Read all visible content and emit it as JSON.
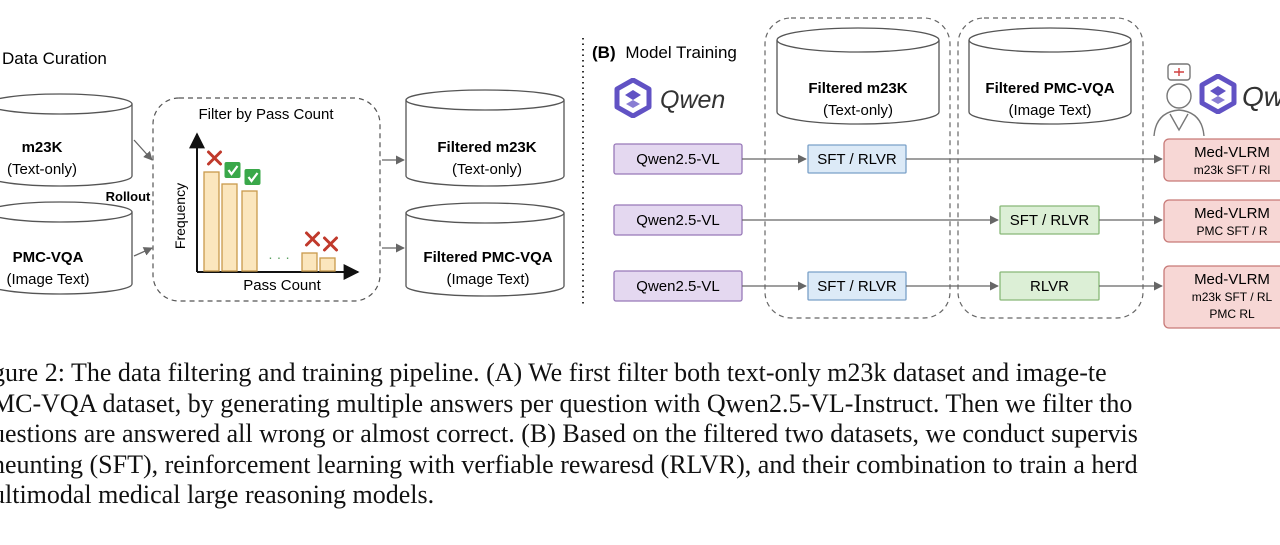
{
  "panel_a": {
    "title": "Data Curation",
    "sources": [
      {
        "name": "m23K",
        "sub": "(Text-only)"
      },
      {
        "name": "PMC-VQA",
        "sub": "(Image Text)"
      }
    ],
    "rollout_label": "Rollout",
    "filter": {
      "title": "Filter by Pass Count",
      "y_axis": "Frequency",
      "x_axis": "Pass Count",
      "ellipsis": "· · ·"
    },
    "outputs": [
      {
        "name": "Filtered m23K",
        "sub": "(Text-only)"
      },
      {
        "name": "Filtered PMC-VQA",
        "sub": "(Image Text)"
      }
    ]
  },
  "panel_b": {
    "title_prefix": "(B)",
    "title": "Model Training",
    "logo_text": "Qwen",
    "datasets": [
      {
        "name": "Filtered m23K",
        "sub": "(Text-only)"
      },
      {
        "name": "Filtered PMC-VQA",
        "sub": "(Image Text)"
      }
    ],
    "rows": [
      {
        "base": "Qwen2.5-VL",
        "stage1": "SFT / RLVR",
        "stage2": "",
        "result": "Med-VLRM",
        "result_sub": [
          "m23k SFT / Rl"
        ]
      },
      {
        "base": "Qwen2.5-VL",
        "stage1": "",
        "stage2": "SFT / RLVR",
        "result": "Med-VLRM",
        "result_sub": [
          "PMC SFT / R"
        ]
      },
      {
        "base": "Qwen2.5-VL",
        "stage1": "SFT / RLVR",
        "stage2": "RLVR",
        "result": "Med-VLRM",
        "result_sub": [
          "m23k SFT / RL",
          "PMC RL"
        ]
      }
    ]
  },
  "caption_lines": [
    "gure 2: The data filtering and training pipeline. (A) We first filter both text-only m23k dataset and image-te",
    "MC-VQA dataset, by generating multiple answers per question with Qwen2.5-VL-Instruct. Then we filter tho",
    "uestions are answered all wrong or almost correct. (B) Based on the filtered two datasets, we conduct supervis",
    "neunting (SFT), reinforcement learning with verfiable rewaresd (RLVR), and their combination to train a herd",
    "ultimodal medical large reasoning models."
  ],
  "colors": {
    "qwen_fill": "#e4d8f0",
    "qwen_stroke": "#9878b8",
    "sft_fill": "#dceaf7",
    "sft_stroke": "#7aa0c8",
    "rl_fill": "#dcefd6",
    "rl_stroke": "#88b878",
    "result_fill": "#f7d7d5",
    "result_stroke": "#c87a78",
    "bar_fill": "#fbe6bd",
    "bar_stroke": "#c99a4c",
    "check": "#3aa84a",
    "cross": "#c0392b",
    "logo": "#6152c4"
  }
}
